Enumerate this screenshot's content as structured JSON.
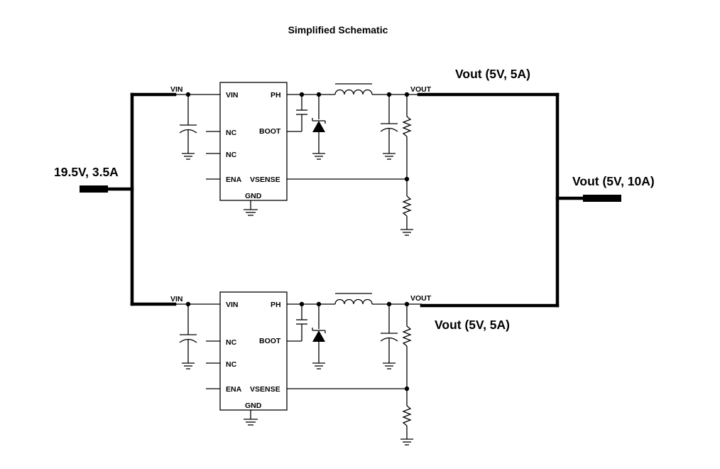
{
  "title": "Simplified Schematic",
  "input_label": "19.5V, 3.5A",
  "output_combined_label": "Vout (5V, 10A)",
  "stages": [
    {
      "output_label": "Vout (5V, 5A)",
      "net_vin": "VIN",
      "net_vout": "VOUT",
      "pins": {
        "vin": "VIN",
        "ph": "PH",
        "nc1": "NC",
        "boot": "BOOT",
        "nc2": "NC",
        "ena": "ENA",
        "vsense": "VSENSE",
        "gnd": "GND"
      }
    },
    {
      "output_label": "Vout (5V, 5A)",
      "net_vin": "VIN",
      "net_vout": "VOUT",
      "pins": {
        "vin": "VIN",
        "ph": "PH",
        "nc1": "NC",
        "boot": "BOOT",
        "nc2": "NC",
        "ena": "ENA",
        "vsense": "VSENSE",
        "gnd": "GND"
      }
    }
  ]
}
